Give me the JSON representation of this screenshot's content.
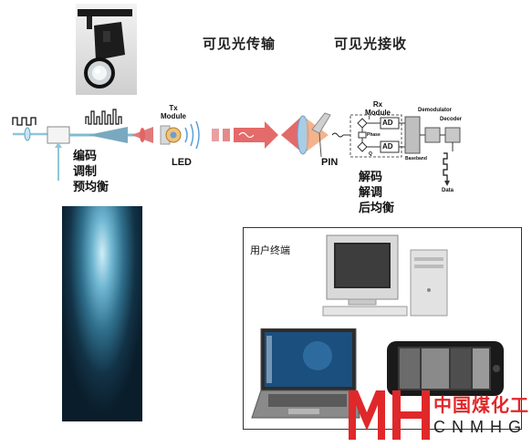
{
  "titles": {
    "transmit": "可见光传输",
    "receive": "可见光接收"
  },
  "transmitter": {
    "steps": [
      "编码",
      "调制",
      "预均衡"
    ],
    "module_line1": "Tx",
    "module_line2": "Module",
    "led_label": "LED"
  },
  "receiver": {
    "module_line1": "Rx",
    "module_line2": "Module",
    "pin_label": "PIN",
    "ad_top": "AD",
    "ad_bottom": "AD",
    "phase_label": "Phase",
    "i_label": "I",
    "q_label": "Q",
    "baseband_label": "Baseband",
    "demodulator_label": "Demodulator",
    "decoder_label": "Decoder",
    "data_label": "Data",
    "steps": [
      "解码",
      "解调",
      "后均衡"
    ]
  },
  "terminal": {
    "label": "用户终端"
  },
  "logo": {
    "chinese": "中国煤化工",
    "latin": "CNMHG",
    "color": "#e0282a"
  }
}
